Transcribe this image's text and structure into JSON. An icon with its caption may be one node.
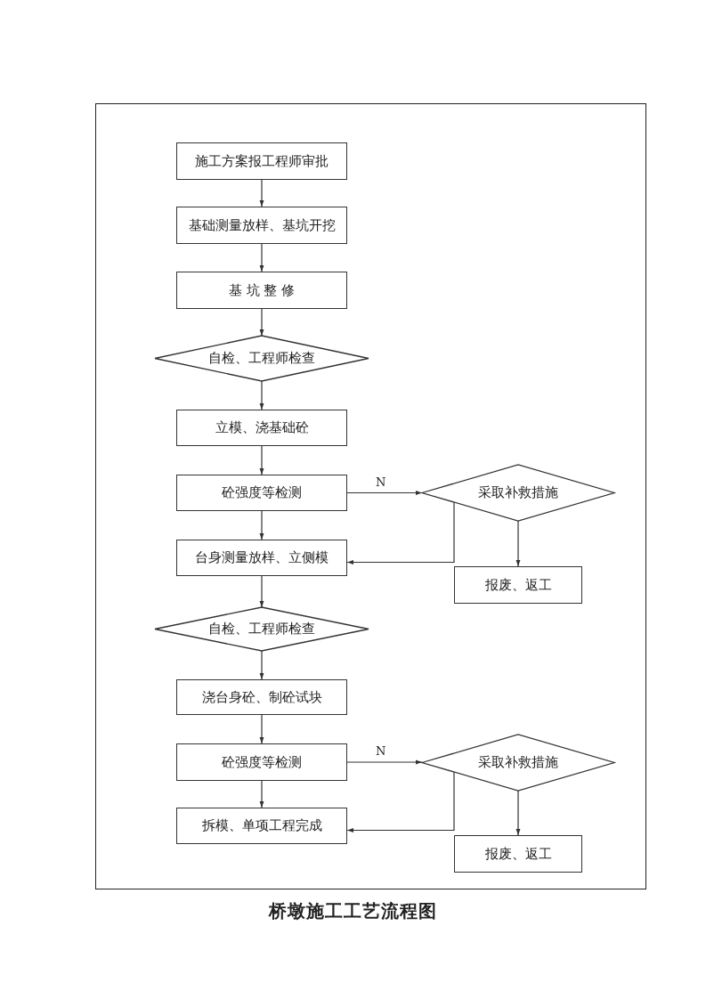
{
  "diagram": {
    "caption": "桥墩施工工艺流程图",
    "nodes": [
      {
        "text": [
          "施工方案报工程师审批"
        ]
      },
      {
        "text": [
          "基础测量放样、基坑开挖"
        ]
      },
      {
        "text": [
          "基 坑 整 修"
        ]
      },
      {
        "text": [
          "自检、工程师检查"
        ]
      },
      {
        "text": [
          "立模、浇基础砼"
        ]
      },
      {
        "text": [
          "砼强度等检测"
        ]
      },
      {
        "text": [
          "采取补救措施"
        ]
      },
      {
        "text": [
          "台身测量放样、立侧模"
        ]
      },
      {
        "text": [
          "报废、返工"
        ]
      },
      {
        "text": [
          "自检、工程师检查"
        ]
      },
      {
        "text": [
          "浇台身砼、制砼试块"
        ]
      },
      {
        "text": [
          "砼强度等检测"
        ]
      },
      {
        "text": [
          "采取补救措施"
        ]
      },
      {
        "text": [
          "拆模、单项工程完成"
        ]
      },
      {
        "text": [
          "报废、返工"
        ]
      }
    ],
    "edges": [
      {
        "from": 0,
        "to": 1,
        "arrow": "to"
      },
      {
        "from": 1,
        "to": 2,
        "arrow": "to"
      },
      {
        "from": 2,
        "to": 3,
        "arrow": "to"
      },
      {
        "from": 3,
        "to": 4,
        "arrow": "to"
      },
      {
        "from": 4,
        "to": 5,
        "arrow": "to"
      },
      {
        "from": 5,
        "to": 6,
        "arrow": "to",
        "label": "N"
      },
      {
        "from": 5,
        "to": 7,
        "arrow": "to"
      },
      {
        "from": 6,
        "to": 7,
        "arrow": "to"
      },
      {
        "from": 6,
        "to": 8,
        "arrow": "to"
      },
      {
        "from": 7,
        "to": 9,
        "arrow": "to"
      },
      {
        "from": 9,
        "to": 10,
        "arrow": "to"
      },
      {
        "from": 10,
        "to": 11,
        "arrow": "to"
      },
      {
        "from": 11,
        "to": 12,
        "arrow": "to",
        "label": "N"
      },
      {
        "from": 11,
        "to": 13,
        "arrow": "to"
      },
      {
        "from": 12,
        "to": 13,
        "arrow": "to"
      },
      {
        "from": 12,
        "to": 14,
        "arrow": "to"
      }
    ]
  }
}
